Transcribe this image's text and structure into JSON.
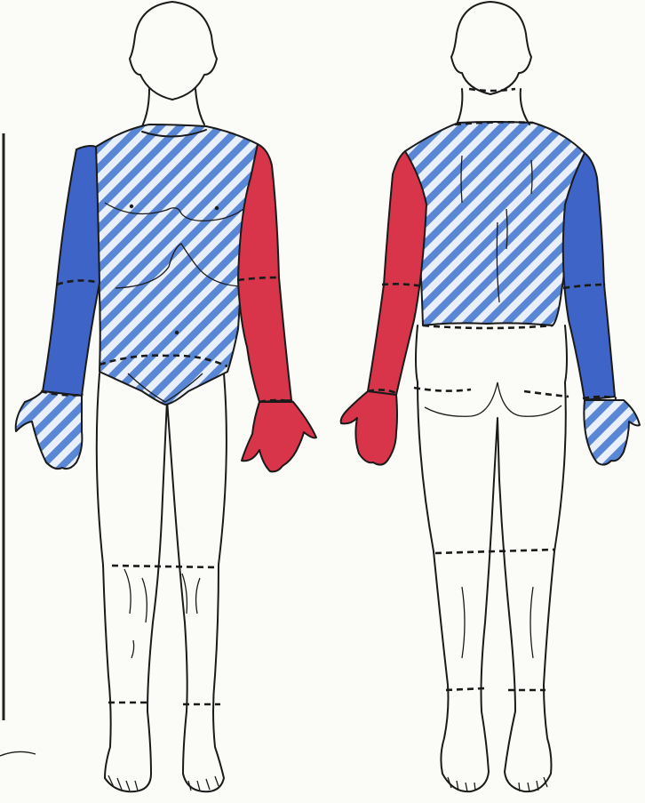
{
  "figure": {
    "views": [
      "anterior",
      "posterior"
    ],
    "colors": {
      "blue_solid": "#3f64c8",
      "blue_hatch": "#5a86d6",
      "red_solid": "#d8344a",
      "outline": "#1a1a1a",
      "paper": "#fbfbf8"
    },
    "regions": {
      "anterior": {
        "trunk": "blue-hatched",
        "right_arm": "blue-solid",
        "right_hand": "blue-hatched",
        "left_arm": "red-solid",
        "left_hand": "red-solid"
      },
      "posterior": {
        "back": "blue-hatched",
        "left_arm": "red-solid",
        "left_hand": "red-solid",
        "right_arm": "blue-solid",
        "right_hand": "blue-hatched"
      }
    }
  }
}
